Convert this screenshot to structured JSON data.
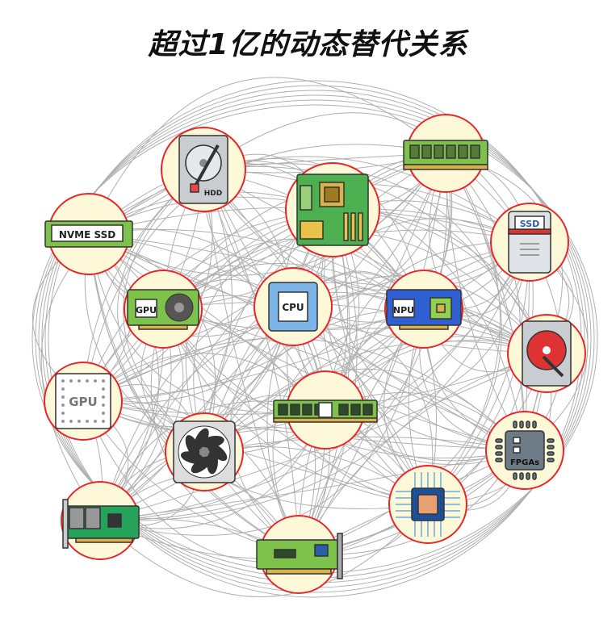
{
  "title": "超过1亿的动态替代关系",
  "colors": {
    "node_fill": "#fdf8d8",
    "node_stroke": "#e8262a",
    "edge": "#b0b0b0",
    "pcb_green": "#7dc24a",
    "chip_gray": "#6d7b86"
  },
  "nodes": [
    {
      "id": "hdd",
      "icon": "hdd-icon",
      "type": "hdd",
      "label": "HDD"
    },
    {
      "id": "ram-top",
      "icon": "ram-stick-icon",
      "type": "ram",
      "label": ""
    },
    {
      "id": "motherboard",
      "icon": "motherboard-icon",
      "type": "motherboard",
      "label": ""
    },
    {
      "id": "nvme-ssd",
      "icon": "nvme-ssd-icon",
      "type": "nvme",
      "label": "NVME SSD"
    },
    {
      "id": "ssd",
      "icon": "ssd-icon",
      "type": "ssd",
      "label": "SSD"
    },
    {
      "id": "gpu-card",
      "icon": "gpu-card-icon",
      "type": "gpucard",
      "label": "GPU"
    },
    {
      "id": "cpu",
      "icon": "cpu-icon",
      "type": "cpu",
      "label": "CPU"
    },
    {
      "id": "npu",
      "icon": "npu-card-icon",
      "type": "npu",
      "label": "NPU"
    },
    {
      "id": "hdd-red",
      "icon": "hard-disk-platter-icon",
      "type": "hddred",
      "label": ""
    },
    {
      "id": "gpu-chip",
      "icon": "gpu-chip-icon",
      "type": "gpuchip",
      "label": "GPU"
    },
    {
      "id": "ram-mid",
      "icon": "ram-module-icon",
      "type": "ram2",
      "label": ""
    },
    {
      "id": "fpga",
      "icon": "fpga-icon",
      "type": "fpga",
      "label": "FPGAs"
    },
    {
      "id": "fan",
      "icon": "cooling-fan-icon",
      "type": "fan",
      "label": ""
    },
    {
      "id": "chip",
      "icon": "processor-chip-icon",
      "type": "chip",
      "label": ""
    },
    {
      "id": "nic",
      "icon": "network-card-icon",
      "type": "nic",
      "label": ""
    },
    {
      "id": "pcie",
      "icon": "pcie-card-icon",
      "type": "pcie",
      "label": ""
    }
  ]
}
